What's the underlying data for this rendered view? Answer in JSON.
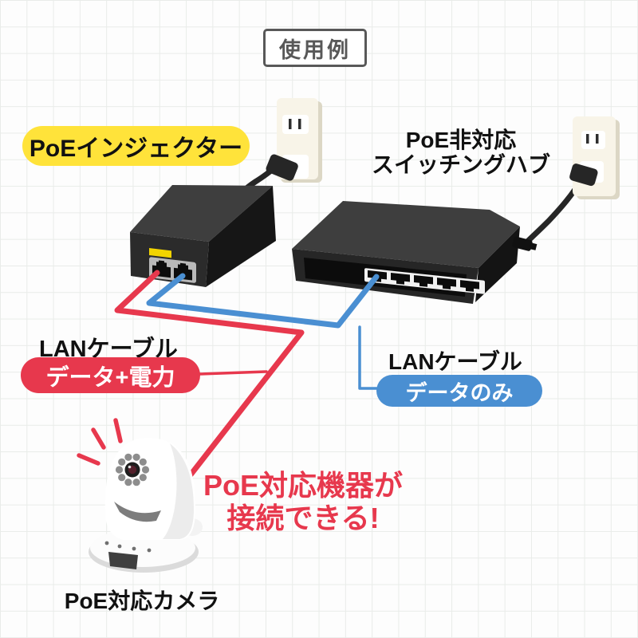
{
  "title": "使用例",
  "injector_label": "PoEインジェクター",
  "hub_label": {
    "line1": "PoE非対応",
    "line2": "スイッチングハブ"
  },
  "power_cable": {
    "label": "LANケーブル",
    "badge": "データ+電力"
  },
  "data_cable": {
    "label": "LANケーブル",
    "badge": "データのみ"
  },
  "callout": {
    "line1": "PoE対応機器が",
    "line2": "接続できる!"
  },
  "camera_label": "PoE対応カメラ",
  "colors": {
    "yellow": "#ffe33a",
    "red": "#e7384d",
    "blue": "#4a8fd2",
    "cream": "#f8f4e8",
    "grid": "#e9ece9",
    "ink": "#585858"
  }
}
